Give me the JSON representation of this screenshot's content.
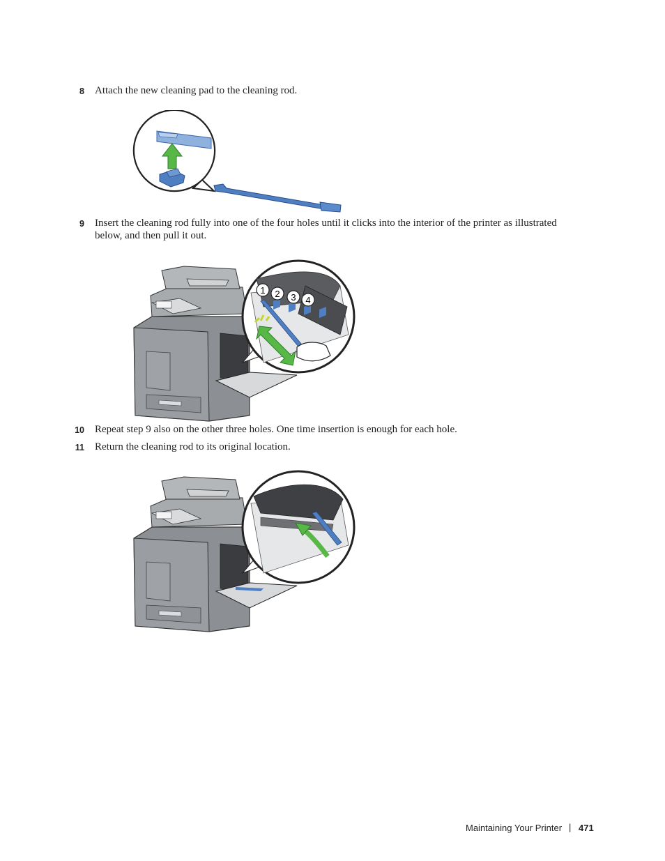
{
  "steps": [
    {
      "num": "8",
      "text": "Attach the new cleaning pad to the cleaning rod."
    },
    {
      "num": "9",
      "text_line1": "Insert the cleaning rod fully into one of the four holes until it clicks into the interior of the printer as illustrated",
      "text_line2": "below, and then pull it out."
    },
    {
      "num": "10",
      "text": "Repeat step 9 also on the other three holes. One time insertion is enough for each hole."
    },
    {
      "num": "11",
      "text": "Return the cleaning rod to its original location."
    }
  ],
  "figure2": {
    "callouts": [
      "1",
      "2",
      "3",
      "4"
    ]
  },
  "footer": {
    "section": "Maintaining Your Printer",
    "separator": "|",
    "page": "471"
  },
  "colors": {
    "rod_blue": "#4f7fc0",
    "arrow_green": "#58b847",
    "printer_gray": "#7d8084"
  }
}
